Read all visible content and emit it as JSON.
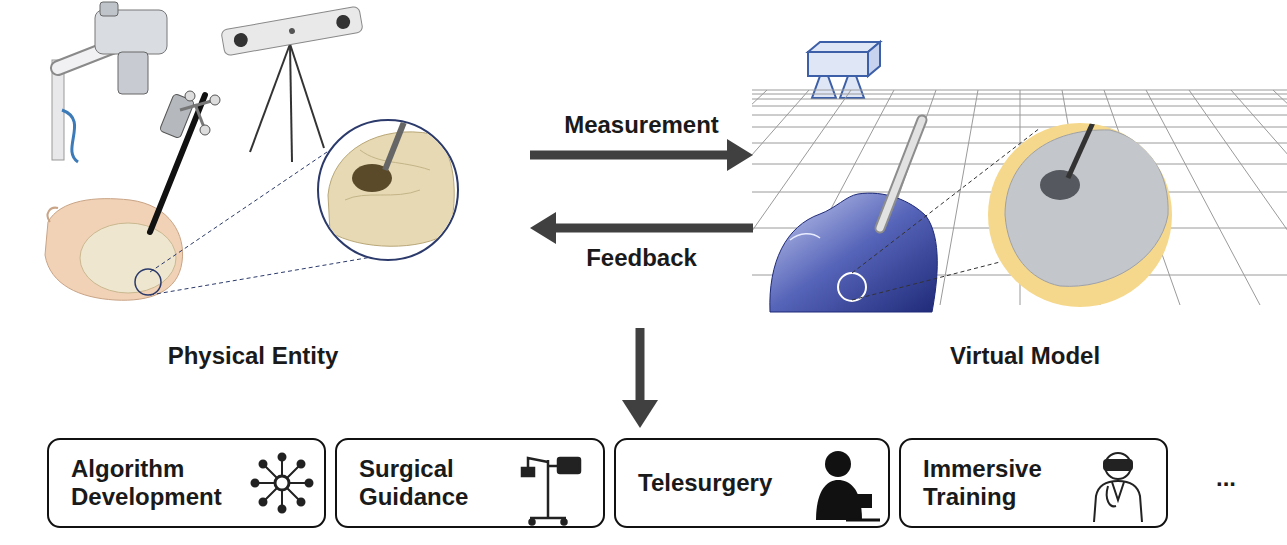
{
  "diagram": {
    "nodes": [
      {
        "text": [
          "Physical Entity"
        ]
      },
      {
        "text": [
          "Virtual Model"
        ]
      },
      {
        "text": [
          "Algorithm Development"
        ]
      },
      {
        "text": [
          "Surgical Guidance"
        ]
      },
      {
        "text": [
          "Telesurgery"
        ]
      },
      {
        "text": [
          "Immersive Training"
        ]
      }
    ],
    "edges": [
      {
        "from": 0,
        "to": 1,
        "label": "Measurement",
        "arrow": "to"
      },
      {
        "from": 1,
        "to": 0,
        "label": "Feedback",
        "arrow": "to"
      }
    ],
    "labels": [
      "..."
    ]
  }
}
